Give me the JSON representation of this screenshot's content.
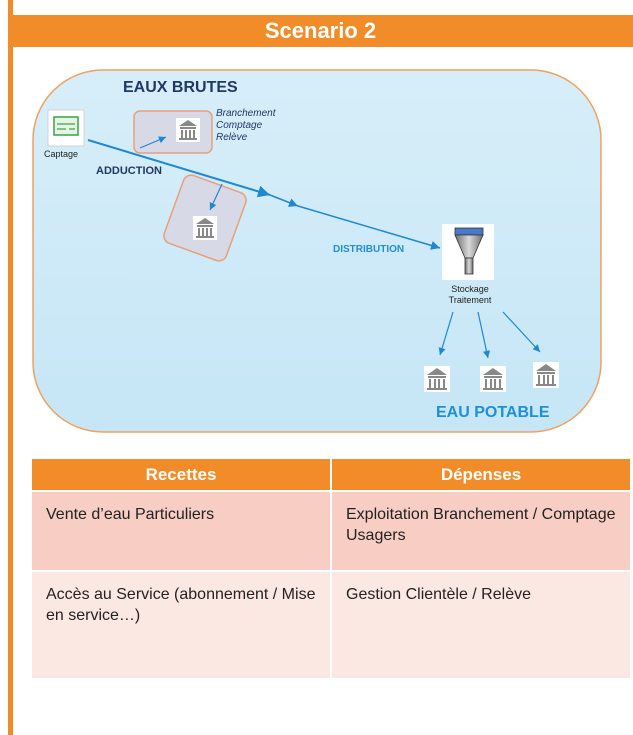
{
  "title": "Scenario 2",
  "diagram": {
    "eaux_brutes": "EAUX BRUTES",
    "eau_potable": "EAU POTABLE",
    "captage": "Captage",
    "adduction": "ADDUCTION",
    "distribution": "DISTRIBUTION",
    "stockage": "Stockage",
    "traitement": "Traitement",
    "branchement": "Branchement",
    "comptage": "Comptage",
    "releve": "Relève"
  },
  "table": {
    "headers": [
      "Recettes",
      "Dépenses"
    ],
    "rows": [
      [
        "Vente d’eau Particuliers",
        "Exploitation Branchement / Comptage Usagers"
      ],
      [
        "Accès au Service (abonnement / Mise en service…)",
        "Gestion Clientèle / Relève"
      ]
    ]
  },
  "colors": {
    "accent": "#F28C28",
    "panel_fill": "#CFEAF7",
    "row1_fill": "#F8CDC4",
    "row2_fill": "#FCE8E3",
    "arrow": "#1E88D2"
  },
  "icons": [
    "meter-icon",
    "building-icon",
    "funnel-filter-icon"
  ]
}
